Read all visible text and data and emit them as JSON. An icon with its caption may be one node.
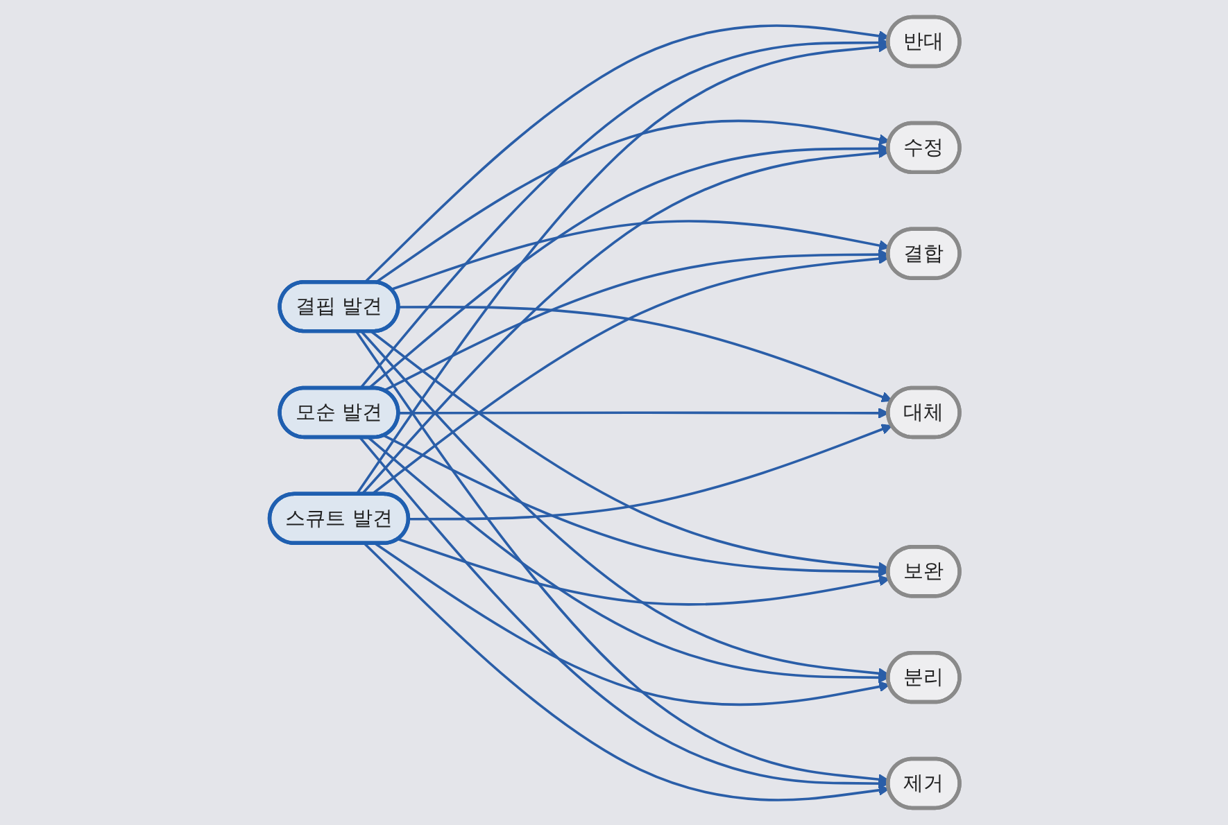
{
  "diagram": {
    "nodes": [
      {
        "text": [
          "반대"
        ]
      },
      {
        "text": [
          "수정"
        ]
      },
      {
        "text": [
          "결합"
        ]
      },
      {
        "text": [
          "대체"
        ]
      },
      {
        "text": [
          "보완"
        ]
      },
      {
        "text": [
          "분리"
        ]
      },
      {
        "text": [
          "제거"
        ]
      },
      {
        "text": [
          "결핍 발견"
        ]
      },
      {
        "text": [
          "모순 발견"
        ]
      },
      {
        "text": [
          "스큐트 발견"
        ]
      }
    ],
    "edges": [
      {
        "from": 7,
        "to": 0,
        "arrow": "to"
      },
      {
        "from": 7,
        "to": 1,
        "arrow": "to"
      },
      {
        "from": 7,
        "to": 2,
        "arrow": "to"
      },
      {
        "from": 7,
        "to": 3,
        "arrow": "to"
      },
      {
        "from": 7,
        "to": 4,
        "arrow": "to"
      },
      {
        "from": 7,
        "to": 5,
        "arrow": "to"
      },
      {
        "from": 7,
        "to": 6,
        "arrow": "to"
      },
      {
        "from": 8,
        "to": 0,
        "arrow": "to"
      },
      {
        "from": 8,
        "to": 1,
        "arrow": "to"
      },
      {
        "from": 8,
        "to": 2,
        "arrow": "to"
      },
      {
        "from": 8,
        "to": 3,
        "arrow": "to"
      },
      {
        "from": 8,
        "to": 4,
        "arrow": "to"
      },
      {
        "from": 8,
        "to": 5,
        "arrow": "to"
      },
      {
        "from": 8,
        "to": 6,
        "arrow": "to"
      },
      {
        "from": 9,
        "to": 0,
        "arrow": "to"
      },
      {
        "from": 9,
        "to": 1,
        "arrow": "to"
      },
      {
        "from": 9,
        "to": 2,
        "arrow": "to"
      },
      {
        "from": 9,
        "to": 3,
        "arrow": "to"
      },
      {
        "from": 9,
        "to": 4,
        "arrow": "to"
      },
      {
        "from": 9,
        "to": 5,
        "arrow": "to"
      },
      {
        "from": 9,
        "to": 6,
        "arrow": "to"
      }
    ]
  }
}
